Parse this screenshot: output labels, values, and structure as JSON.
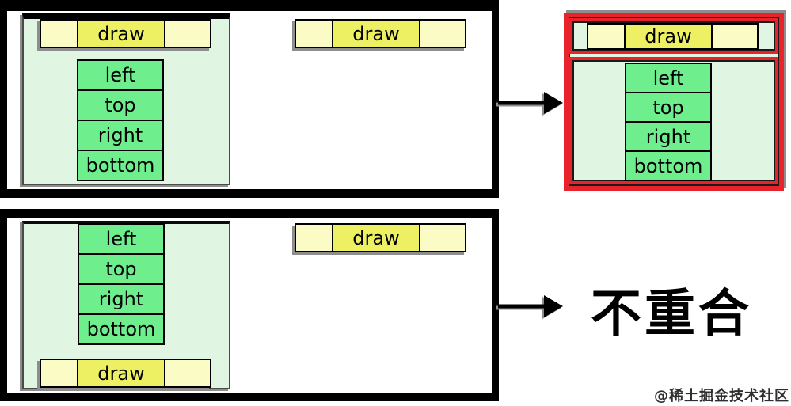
{
  "colors": {
    "frame_border": "#000000",
    "panel_background": "#e0f6e3",
    "panel_border": "#4a4a4a",
    "field_cell_green": "#6fee8e",
    "draw_slot_pale_yellow": "#fbfbc5",
    "draw_slot_bright_yellow": "#eef063",
    "highlight_red": "#e8232b",
    "arrow_black": "#000000",
    "shadow_gray": "#8e8e8e"
  },
  "top_row": {
    "merged_view": {
      "draw_label": "draw",
      "fields": [
        "left",
        "top",
        "right",
        "bottom"
      ]
    },
    "standalone_draw_label": "draw",
    "result": {
      "draw_label": "draw",
      "fields": [
        "left",
        "top",
        "right",
        "bottom"
      ]
    }
  },
  "bottom_row": {
    "view": {
      "fields": [
        "left",
        "top",
        "right",
        "bottom"
      ],
      "draw_label": "draw"
    },
    "standalone_draw_label": "draw",
    "result_label": "不重合"
  },
  "watermark": "@稀土掘金技术社区"
}
